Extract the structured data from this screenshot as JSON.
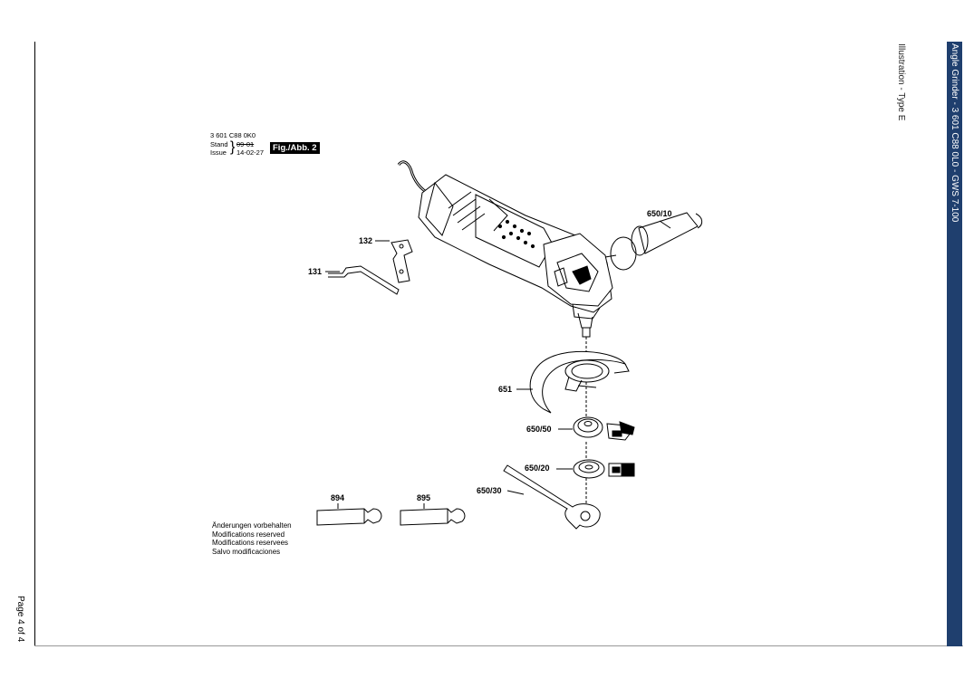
{
  "side_band": {
    "title": "Angle Grinder - 3 601 C88 0L0 - GWS 7-100"
  },
  "illustration_label": "Illustration - Type E",
  "page_label": "Page 4 of 4",
  "header_block": {
    "part_number": "3 601 C88 0K0",
    "stand_label": "Stand",
    "issue_label": "Issue",
    "stand_value": "09-01",
    "issue_value": "14-02-27",
    "figure_label": "Fig./Abb. 2"
  },
  "callouts": {
    "c132": "132",
    "c131": "131",
    "c650_10": "650/10",
    "c651": "651",
    "c650_50": "650/50",
    "c650_20": "650/20",
    "c650_30": "650/30",
    "c894": "894",
    "c895": "895"
  },
  "notice": {
    "de": "Änderungen vorbehalten",
    "en": "Modifications reserved",
    "fr": "Modifications reservees",
    "es": "Salvo modificaciones"
  },
  "colors": {
    "band": "#1f3f6e",
    "ink": "#000000"
  }
}
